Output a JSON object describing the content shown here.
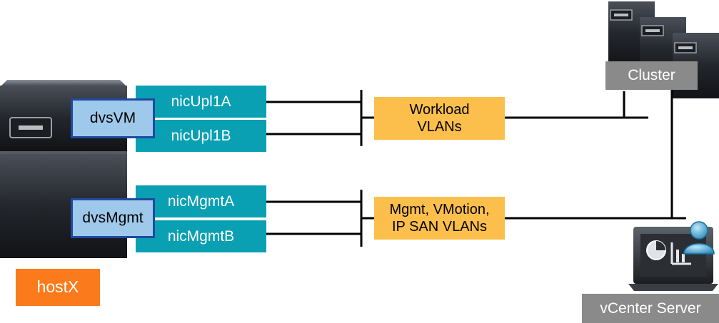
{
  "host": {
    "label": "hostX"
  },
  "switches": {
    "vm": "dvsVM",
    "mgmt": "dvsMgmt"
  },
  "nics": [
    "nicUpl1A",
    "nicUpl1B",
    "nicMgmtA",
    "nicMgmtB"
  ],
  "vlans": {
    "workload": [
      "Workload",
      "VLANs"
    ],
    "mgmt": [
      "Mgmt, VMotion,",
      "IP SAN VLANs"
    ]
  },
  "cluster": {
    "label": "Cluster"
  },
  "vcenter": {
    "label": "vCenter Server"
  },
  "colors": {
    "nic": "#0aa0b4",
    "vlan": "#fdbf4c",
    "dvs_fill": "#9fc9ea",
    "dvs_border": "#1f4aa0",
    "host_label": "#fb7a1c",
    "gray_label": "#8a8a8a"
  },
  "icons": [
    "server-chassis-icon",
    "server-stack-icon",
    "monitor-icon",
    "user-icon"
  ]
}
